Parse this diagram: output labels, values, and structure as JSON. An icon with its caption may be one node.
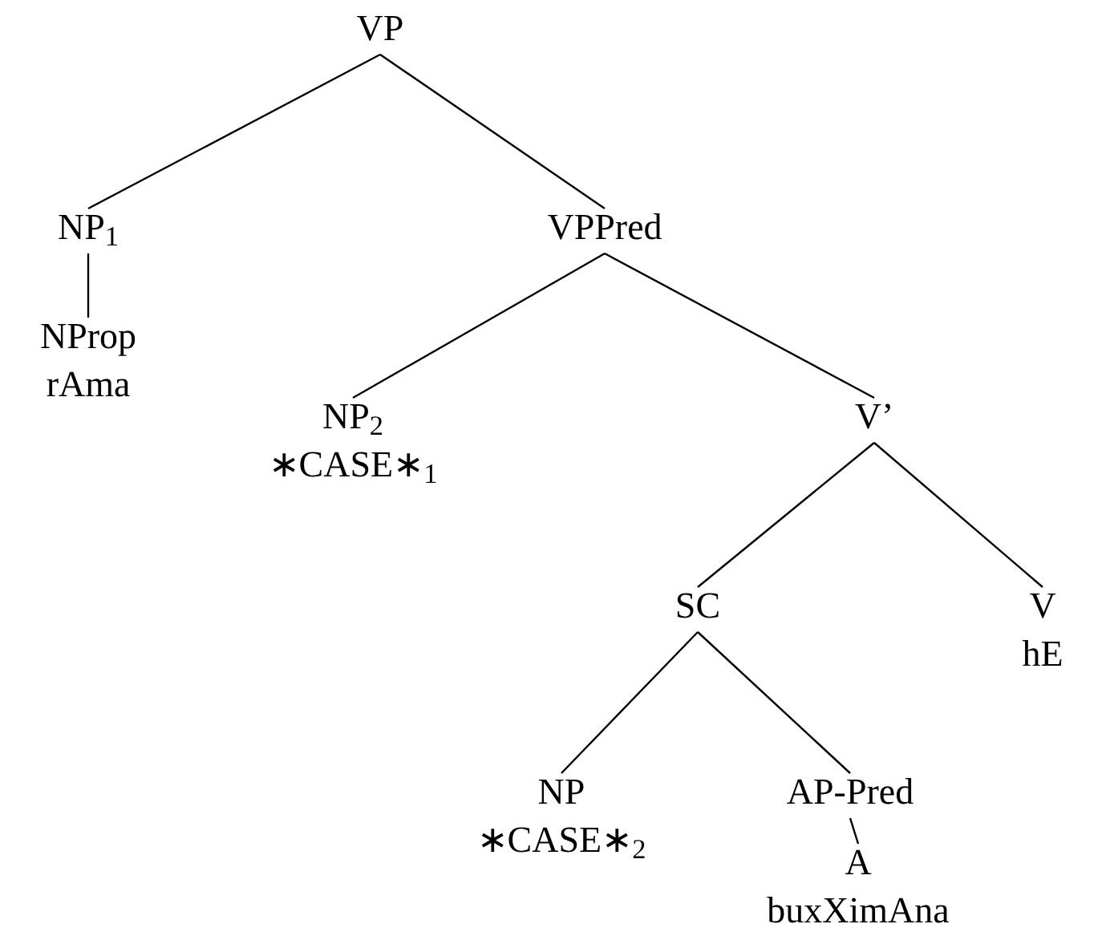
{
  "diagram": {
    "nodes": [
      {
        "text": [
          "VP"
        ]
      },
      {
        "text": [
          "NP$_{1}$"
        ]
      },
      {
        "text": [
          "NProp",
          "rAma"
        ]
      },
      {
        "text": [
          "VPPred"
        ]
      },
      {
        "text": [
          "NP$_{2}$",
          "∗CASE∗$_{1}$"
        ]
      },
      {
        "text": [
          "V’"
        ]
      },
      {
        "text": [
          "SC"
        ]
      },
      {
        "text": [
          "V",
          "hE"
        ]
      },
      {
        "text": [
          "NP",
          "∗CASE∗$_{2}$"
        ]
      },
      {
        "text": [
          "AP-Pred"
        ]
      },
      {
        "text": [
          "A",
          "buxXimAna"
        ]
      }
    ],
    "edges": [
      {
        "from": 0,
        "to": 1,
        "arrow": "none"
      },
      {
        "from": 0,
        "to": 3,
        "arrow": "none"
      },
      {
        "from": 1,
        "to": 2,
        "arrow": "none"
      },
      {
        "from": 3,
        "to": 4,
        "arrow": "none"
      },
      {
        "from": 3,
        "to": 5,
        "arrow": "none"
      },
      {
        "from": 5,
        "to": 6,
        "arrow": "none"
      },
      {
        "from": 5,
        "to": 7,
        "arrow": "none"
      },
      {
        "from": 6,
        "to": 8,
        "arrow": "none"
      },
      {
        "from": 6,
        "to": 9,
        "arrow": "none"
      },
      {
        "from": 9,
        "to": 10,
        "arrow": "none"
      }
    ]
  }
}
